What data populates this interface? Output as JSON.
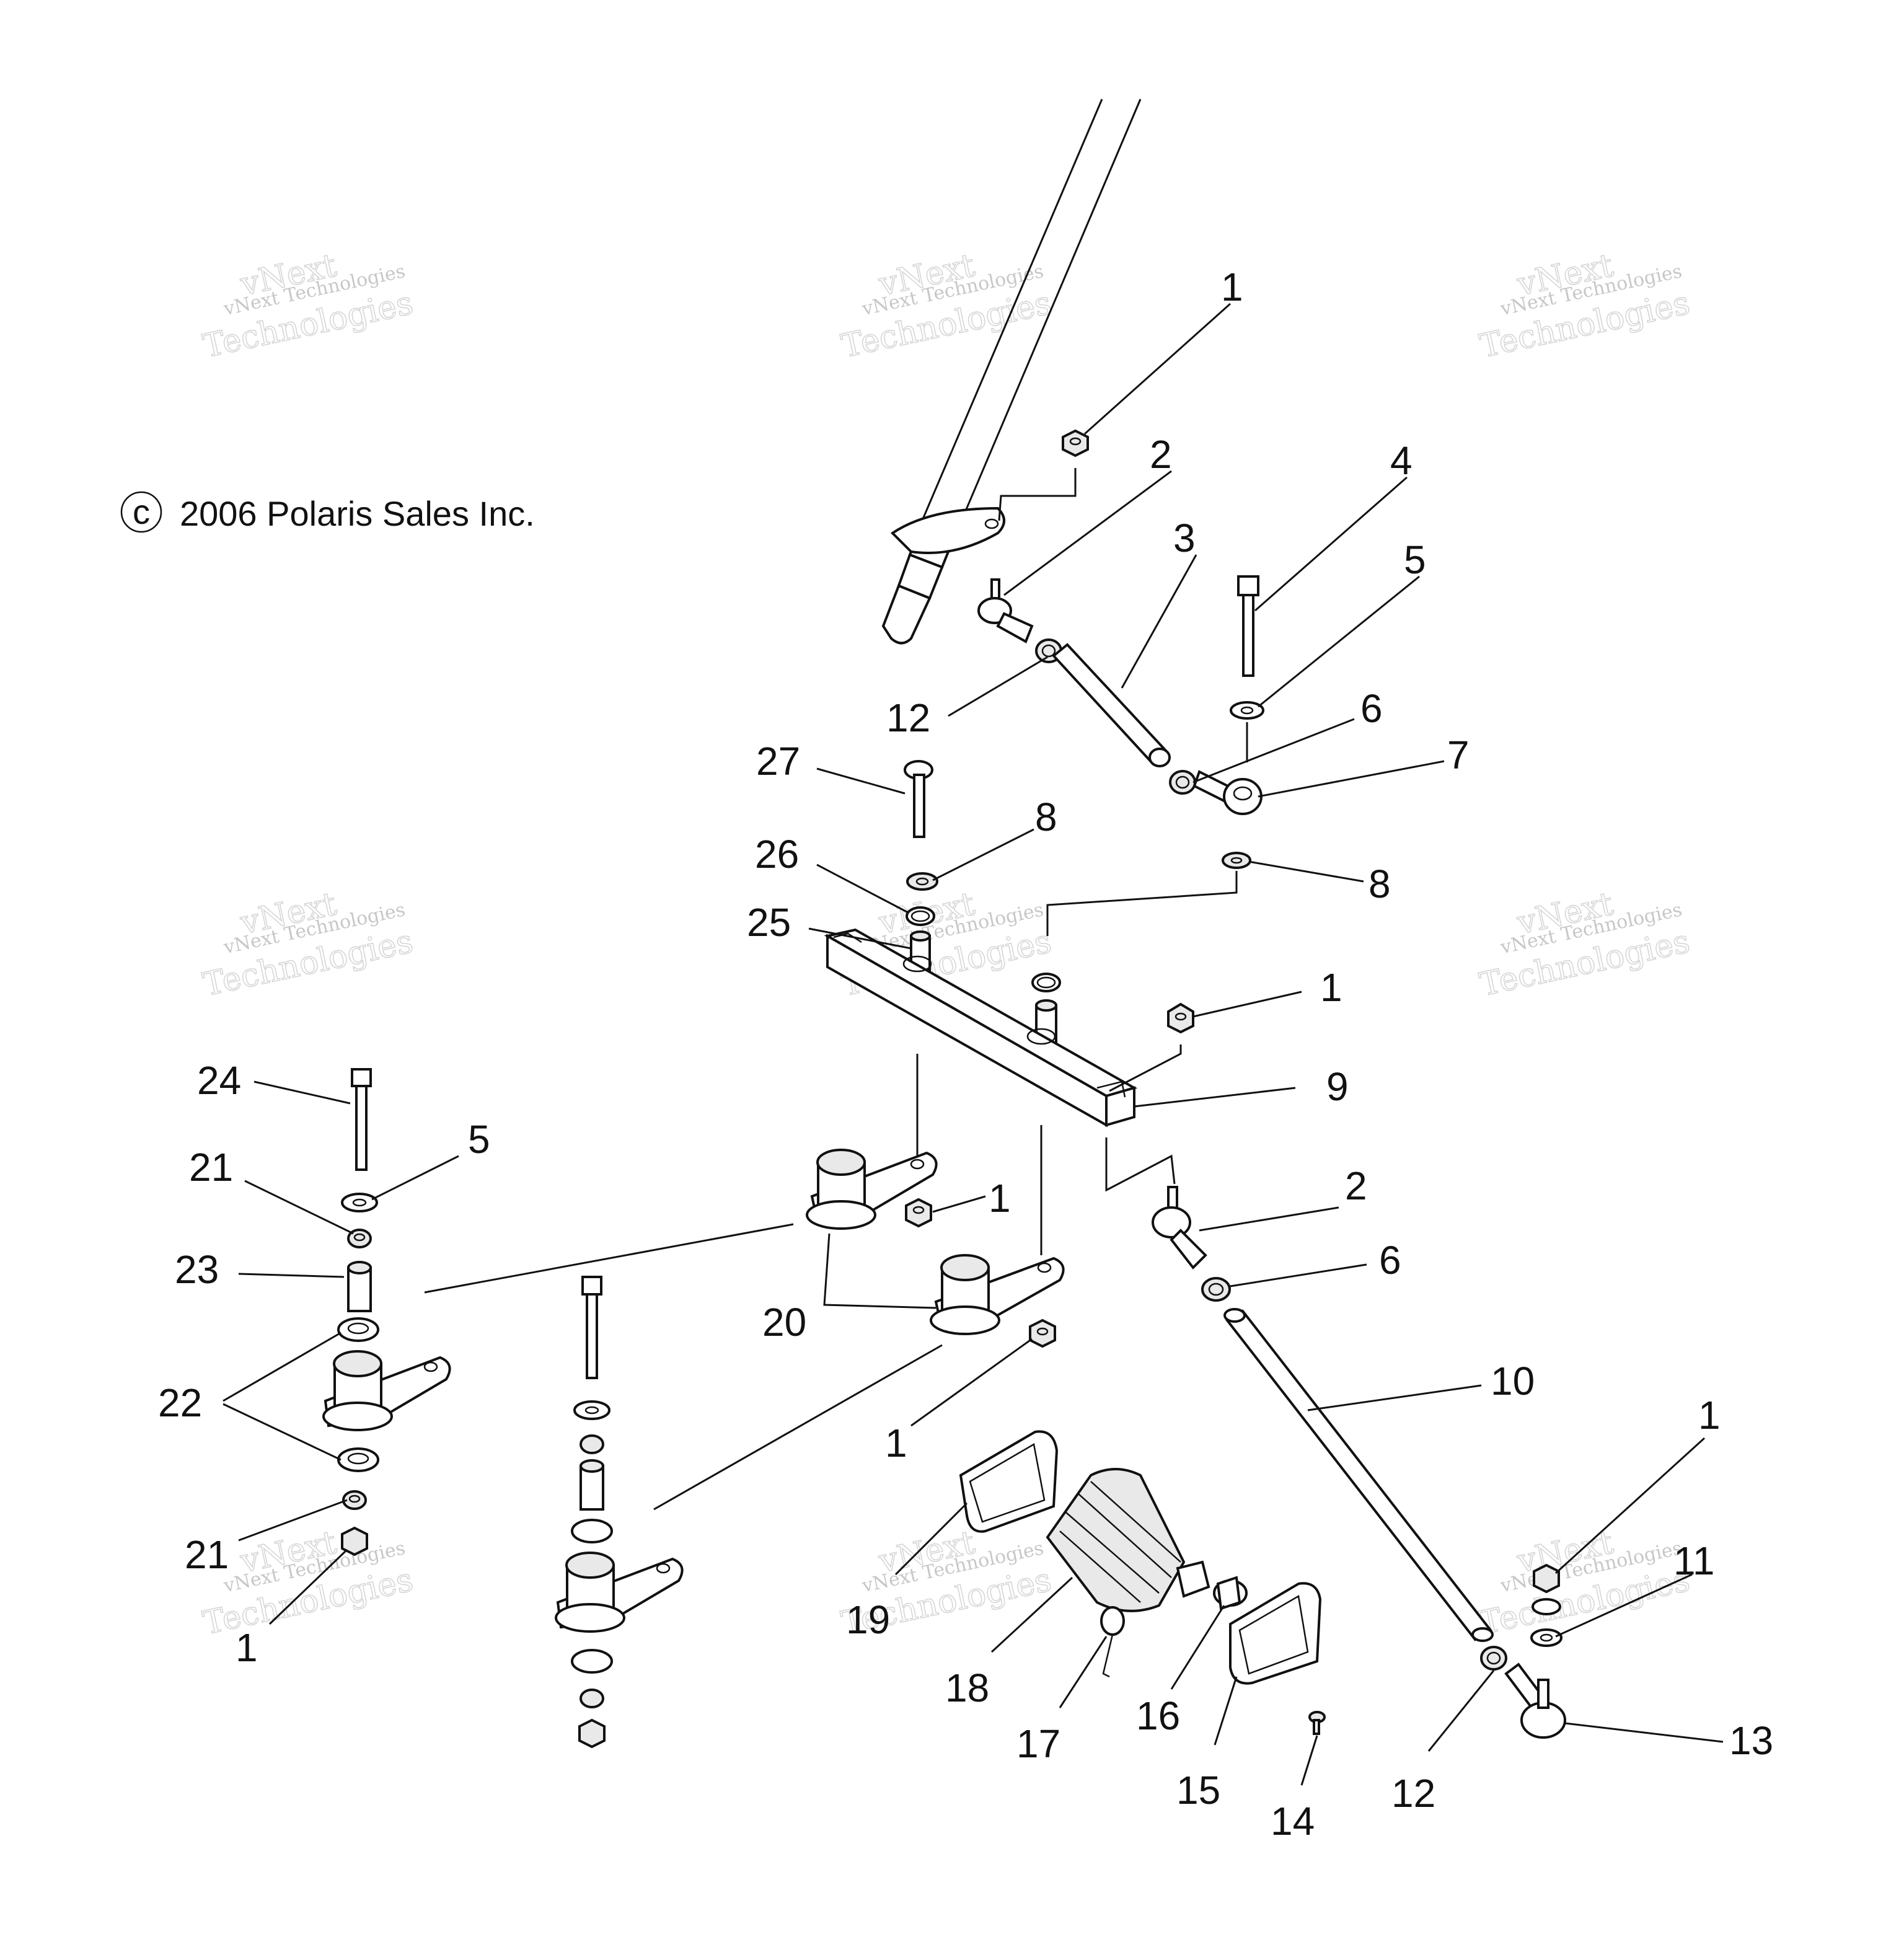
{
  "copyright": "2006 Polaris Sales Inc.",
  "copyright_symbol": "c",
  "watermark": {
    "line1": "vNext Technologies",
    "line2": "vNext",
    "line3": "Technologies"
  },
  "callouts": {
    "c1a": "1",
    "c2a": "2",
    "c3": "3",
    "c4": "4",
    "c5a": "5",
    "c6a": "6",
    "c7": "7",
    "c8a": "8",
    "c8b": "8",
    "c12a": "12",
    "c27": "27",
    "c26": "26",
    "c25": "25",
    "c1b": "1",
    "c9": "9",
    "c24": "24",
    "c21a": "21",
    "c5b": "5",
    "c23": "23",
    "c1c": "1",
    "c20": "20",
    "c2b": "2",
    "c6b": "6",
    "c22": "22",
    "c10": "10",
    "c1d": "1",
    "c1e": "1",
    "c11": "11",
    "c21b": "21",
    "c1f": "1",
    "c19": "19",
    "c18": "18",
    "c17": "17",
    "c16": "16",
    "c15": "15",
    "c14": "14",
    "c12b": "12",
    "c13": "13"
  }
}
